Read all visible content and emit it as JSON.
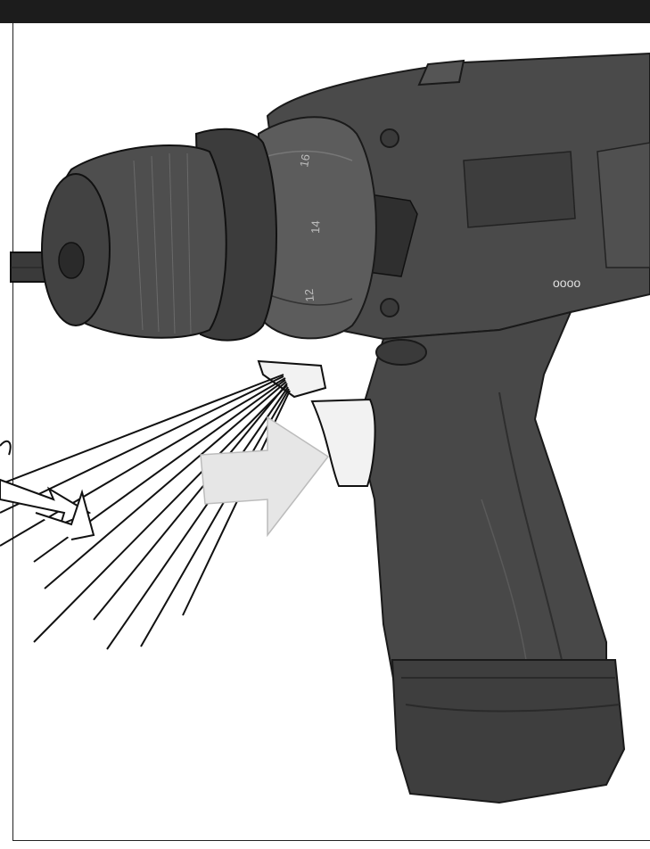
{
  "dial": {
    "mark_16": "16",
    "mark_14": "14",
    "mark_12": "12"
  },
  "led_indicator": "oooo",
  "colors": {
    "tool_body": "#4a4a4a",
    "tool_dark": "#2e2e2e",
    "tool_light": "#6c6c6c",
    "trigger": "#f2f2f2",
    "arrow_fill": "#e6e6e6",
    "frame": "#1c1c1c"
  },
  "icons": [
    "direction-arrow-icon"
  ]
}
